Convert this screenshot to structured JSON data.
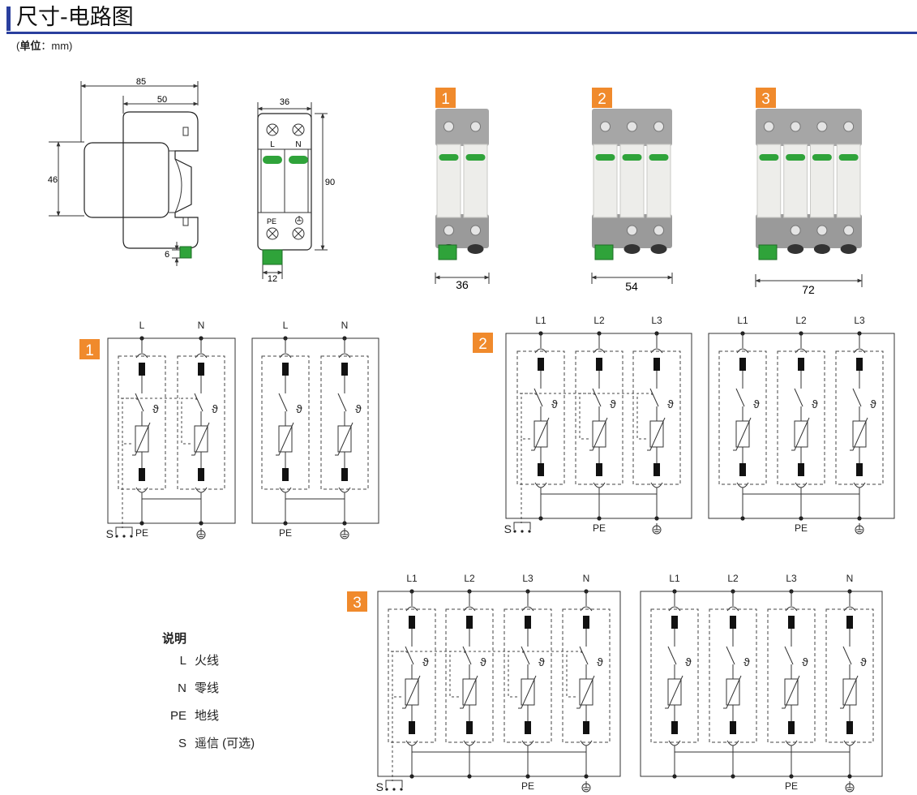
{
  "header": {
    "title": "尺寸-电路图",
    "unit_prefix": "(",
    "unit_label": "单位",
    "unit_suffix": "：mm)"
  },
  "colors": {
    "accent": "#2a3f9e",
    "badge": "#f08a2c",
    "green_led": "#2fa33a",
    "housing_gray": "#9a9a9a"
  },
  "side_view": {
    "dim_total": "85",
    "dim_top": "50",
    "dim_height": "46",
    "dim_terminal": "6"
  },
  "front_view": {
    "dim_width": "36",
    "dim_height": "90",
    "dim_terminal": "12",
    "label_l": "L",
    "label_n": "N",
    "label_pe": "PE"
  },
  "products": [
    {
      "badge": "1",
      "width": "36",
      "poles": 2
    },
    {
      "badge": "2",
      "width": "54",
      "poles": 3
    },
    {
      "badge": "3",
      "width": "72",
      "poles": 4
    }
  ],
  "circuits": {
    "c1": {
      "badge": "1",
      "poles": [
        "L",
        "N"
      ]
    },
    "c2": {
      "badge": "2",
      "poles": [
        "L1",
        "L2",
        "L3"
      ]
    },
    "c3": {
      "badge": "3",
      "poles": [
        "L1",
        "L2",
        "L3",
        "N"
      ]
    },
    "pe_label": "PE",
    "s_label": "S",
    "ground_icon": "ground-icon"
  },
  "legend": {
    "title": "说明",
    "items": [
      {
        "key": "L",
        "desc": "火线"
      },
      {
        "key": "N",
        "desc": "零线"
      },
      {
        "key": "PE",
        "desc": "地线"
      },
      {
        "key": "S",
        "desc": "遥信 (可选)"
      }
    ]
  }
}
